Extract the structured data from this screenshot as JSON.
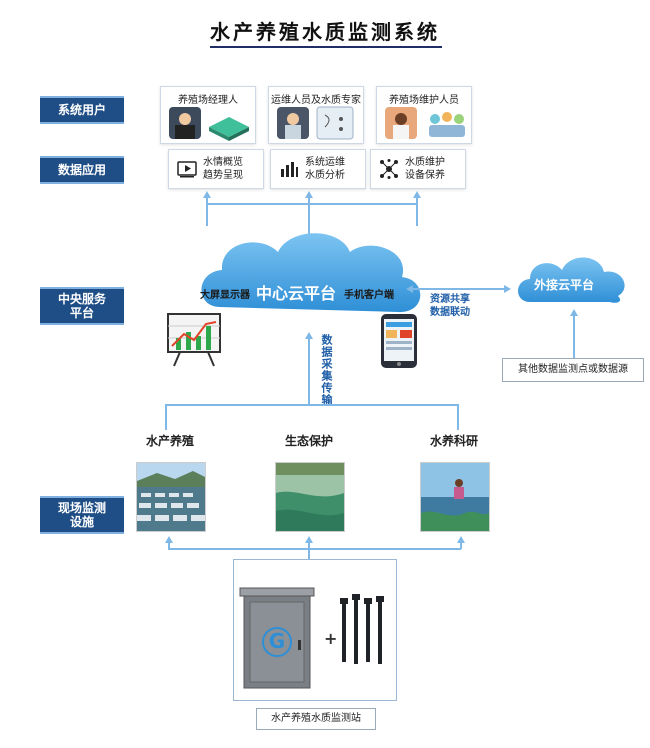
{
  "title": "水产养殖水质监测系统",
  "sections": {
    "users": "系统用户",
    "apps": "数据应用",
    "central": "中央服务\n平台",
    "field": "现场监测\n设施"
  },
  "users": [
    {
      "label": "养殖场经理人"
    },
    {
      "label": "运维人员及水质专家"
    },
    {
      "label": "养殖场维护人员"
    }
  ],
  "apps": [
    {
      "line1": "水情概览",
      "line2": "趋势呈现",
      "icon": "video-icon"
    },
    {
      "line1": "系统运维",
      "line2": "水质分析",
      "icon": "bar-chart-icon"
    },
    {
      "line1": "水质维护",
      "line2": "设备保养",
      "icon": "network-icon"
    }
  ],
  "cloud": {
    "left": "大屏显示器",
    "center": "中心云平台",
    "right": "手机客户端"
  },
  "external_cloud": "外接云平台",
  "share_line1": "资源共享",
  "share_line2": "数据联动",
  "transfer_text": "数据采集传输",
  "other_source": "其他数据监测点或数据源",
  "field": [
    {
      "label": "水产养殖"
    },
    {
      "label": "生态保护"
    },
    {
      "label": "水养科研"
    }
  ],
  "station_label": "水产养殖水质监测站",
  "colors": {
    "label_bg": "#1f4e86",
    "connector": "#7fb8e6",
    "cloud": "#3a9ee0"
  }
}
